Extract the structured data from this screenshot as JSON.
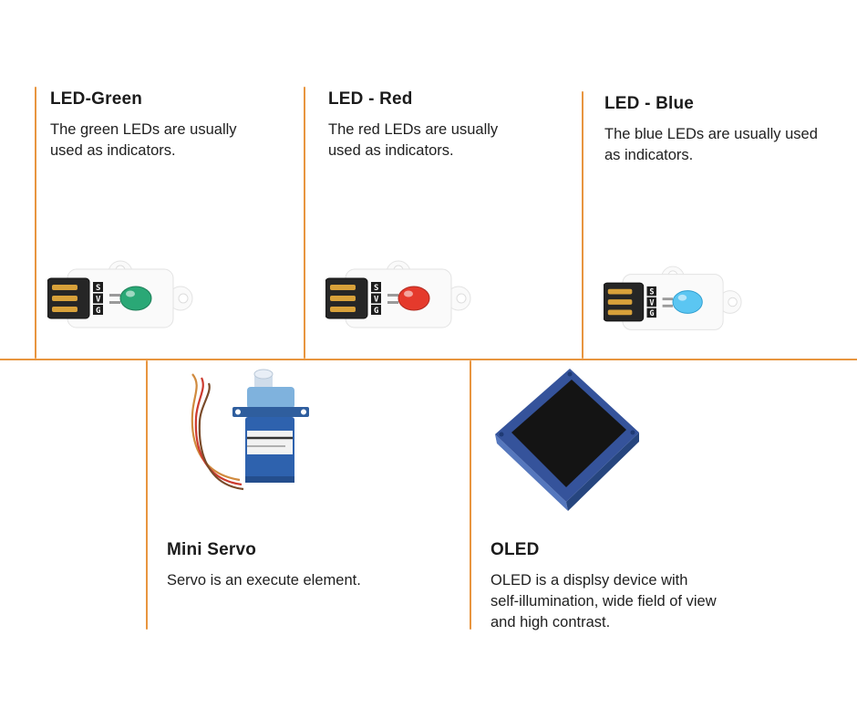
{
  "page": {
    "background": "#ffffff",
    "accent_color": "#E8953F"
  },
  "led_module": {
    "pin_labels": [
      "S",
      "V",
      "G"
    ]
  },
  "components": {
    "led_green": {
      "title": "LED-Green",
      "description": "The green LEDs are usually used as indicators.",
      "led_color": "#2aa876",
      "led_stroke": "#1d7f58"
    },
    "led_red": {
      "title": "LED - Red",
      "description": "The red LEDs are usually used as indicators.",
      "led_color": "#e53a2c",
      "led_stroke": "#b02a20"
    },
    "led_blue": {
      "title": "LED - Blue",
      "description": "The blue LEDs are usually used as indicators.",
      "led_color": "#5bc6f2",
      "led_stroke": "#2f9ed0"
    },
    "servo": {
      "title": "Mini Servo",
      "description": "Servo is an execute element."
    },
    "oled": {
      "title": "OLED",
      "description": "OLED is a displsy device with self-illumination, wide field of view and high contrast."
    }
  }
}
